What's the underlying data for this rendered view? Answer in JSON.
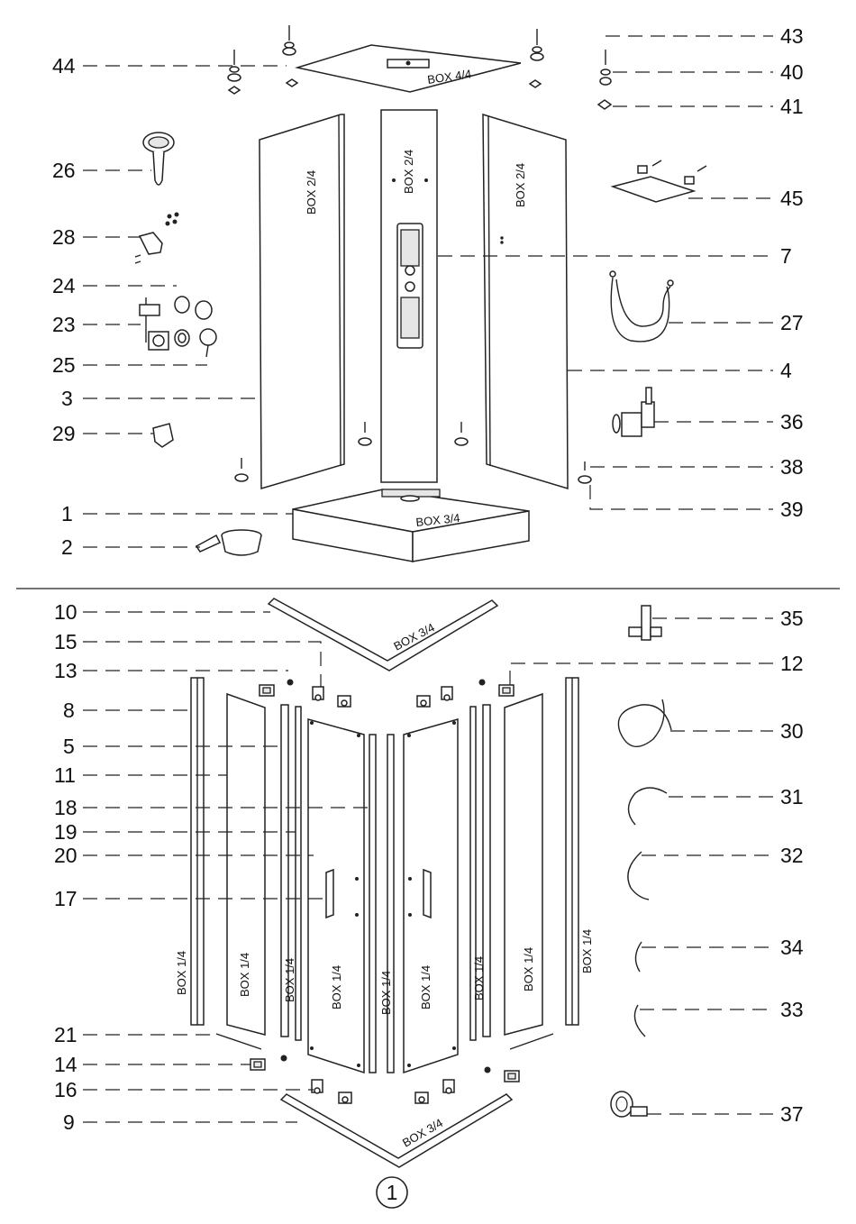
{
  "callouts_top": [
    {
      "id": "c44",
      "label": "44"
    },
    {
      "id": "c43",
      "label": "43"
    },
    {
      "id": "c40",
      "label": "40"
    },
    {
      "id": "c41",
      "label": "41"
    },
    {
      "id": "c26",
      "label": "26"
    },
    {
      "id": "c45",
      "label": "45"
    },
    {
      "id": "c28",
      "label": "28"
    },
    {
      "id": "c7",
      "label": "7"
    },
    {
      "id": "c24",
      "label": "24"
    },
    {
      "id": "c27",
      "label": "27"
    },
    {
      "id": "c23",
      "label": "23"
    },
    {
      "id": "c25",
      "label": "25"
    },
    {
      "id": "c4",
      "label": "4"
    },
    {
      "id": "c3",
      "label": "3"
    },
    {
      "id": "c36",
      "label": "36"
    },
    {
      "id": "c29",
      "label": "29"
    },
    {
      "id": "c38",
      "label": "38"
    },
    {
      "id": "c1",
      "label": "1"
    },
    {
      "id": "c39",
      "label": "39"
    },
    {
      "id": "c2",
      "label": "2"
    }
  ],
  "callouts_bottom": [
    {
      "id": "c10",
      "label": "10"
    },
    {
      "id": "c35",
      "label": "35"
    },
    {
      "id": "c15",
      "label": "15"
    },
    {
      "id": "c13",
      "label": "13"
    },
    {
      "id": "c12",
      "label": "12"
    },
    {
      "id": "c8",
      "label": "8"
    },
    {
      "id": "c30",
      "label": "30"
    },
    {
      "id": "c5",
      "label": "5"
    },
    {
      "id": "c11",
      "label": "11"
    },
    {
      "id": "c31",
      "label": "31"
    },
    {
      "id": "c18",
      "label": "18"
    },
    {
      "id": "c19",
      "label": "19"
    },
    {
      "id": "c20",
      "label": "20"
    },
    {
      "id": "c32",
      "label": "32"
    },
    {
      "id": "c17",
      "label": "17"
    },
    {
      "id": "c34",
      "label": "34"
    },
    {
      "id": "c33",
      "label": "33"
    },
    {
      "id": "c21",
      "label": "21"
    },
    {
      "id": "c14",
      "label": "14"
    },
    {
      "id": "c16",
      "label": "16"
    },
    {
      "id": "c37",
      "label": "37"
    },
    {
      "id": "c9",
      "label": "9"
    }
  ],
  "box_labels": {
    "roof": "BOX 4/4",
    "left_panel": "BOX 2/4",
    "center_panel": "BOX 2/4",
    "right_panel": "BOX 2/4",
    "tray": "BOX 3/4",
    "top_rail": "BOX 3/4",
    "bottom_rail": "BOX 3/4",
    "profile_1": "BOX 1/4",
    "glass_1": "BOX 1/4",
    "profile_2": "BOX 1/4",
    "door_left": "BOX 1/4",
    "profile_3": "BOX 1/4",
    "door_right": "BOX 1/4",
    "profile_4": "BOX 1/4",
    "glass_2": "BOX 1/4",
    "profile_5": "BOX 1/4"
  },
  "page_marker": "1"
}
